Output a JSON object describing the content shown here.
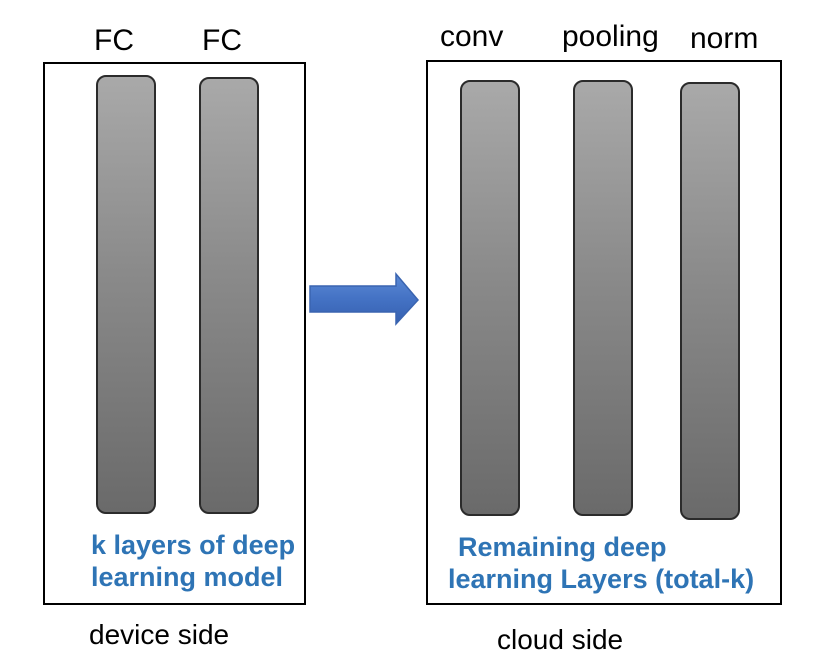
{
  "device": {
    "layer_labels": [
      "FC",
      "FC"
    ],
    "caption_lines": [
      "k layers of deep",
      "learning model"
    ],
    "side_label": "device side"
  },
  "cloud": {
    "layer_labels": [
      "conv",
      "pooling",
      "norm"
    ],
    "caption_lines": [
      "Remaining deep",
      "learning Layers (total-k)"
    ],
    "side_label": "cloud side"
  },
  "colors": {
    "caption": "#2E74B5",
    "arrow": "#4472C4",
    "layer_dark": "#6a6a6a",
    "layer_light": "#a9a9a9"
  },
  "icons": {
    "transfer": "right-arrow-icon"
  }
}
